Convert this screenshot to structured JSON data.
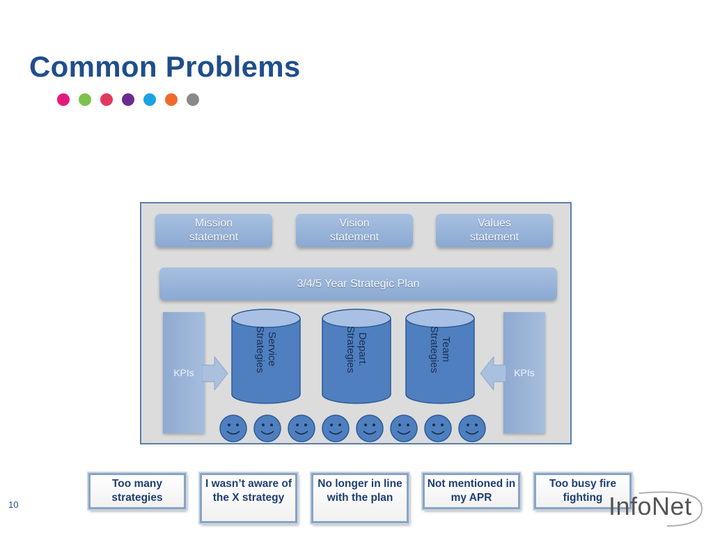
{
  "slide": {
    "title": "Common Problems",
    "page_number": "10",
    "logo_text": "InfoNet",
    "dot_colors": [
      "#e6197c",
      "#7dc14a",
      "#e23a5b",
      "#6a2c91",
      "#1aa3e2",
      "#ef6a2d",
      "#8a8a8a"
    ]
  },
  "diagram": {
    "statements": [
      "Mission\nstatement",
      "Vision\nstatement",
      "Values\nstatement"
    ],
    "plan_label": "3/4/5 Year Strategic Plan",
    "kpi_label": "KPIs",
    "cylinders": [
      "Service\nStrategies",
      "Depart.\nStrategies",
      "Team\nStrategies"
    ],
    "smiley_count": 8
  },
  "problems": [
    "Too many strategies",
    "I wasn’t aware of the X strategy",
    "No longer in line with the plan",
    "Not mentioned in my APR",
    "Too busy fire fighting"
  ],
  "colors": {
    "title": "#1f4e8c",
    "panel_bg": "#dcdcdc",
    "cylinder": "#4f7fbf",
    "problem_text": "#1f3f73"
  }
}
